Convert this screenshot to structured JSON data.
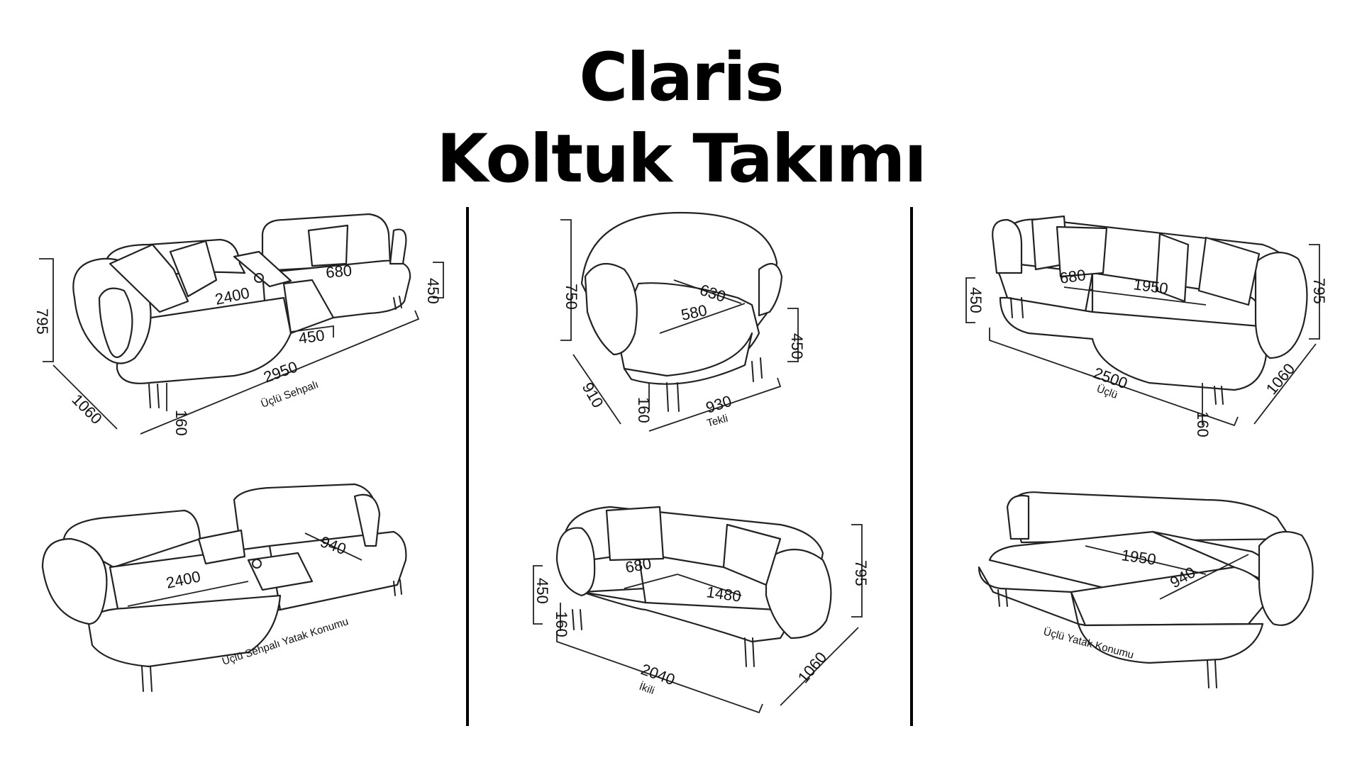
{
  "title": {
    "line1": "Claris",
    "line2": "Koltuk Takımı"
  },
  "views": {
    "ucu_sehpali": {
      "caption": "Üçlü Sehpalı",
      "d_width": "2950",
      "d_depth": "1060",
      "d_height": "795",
      "d_seat_w": "2400",
      "d_seat_h": "450",
      "d_leg": "160",
      "d_seat_d": "680",
      "d_table": "450"
    },
    "tekli": {
      "caption": "Tekli",
      "d_width": "930",
      "d_depth": "910",
      "d_height": "750",
      "d_seat_h": "450",
      "d_leg": "160",
      "d_seat_w": "580",
      "d_seat_d": "630"
    },
    "uclu": {
      "caption": "Üçlü",
      "d_width": "2500",
      "d_depth": "1060",
      "d_height": "795",
      "d_seat_h": "450",
      "d_leg": "160",
      "d_seat_d": "680",
      "d_seat_w": "1950"
    },
    "ucu_sehpali_yatak": {
      "caption": "Üçlü Sehpalı Yatak Konumu",
      "d_seat_w": "2400",
      "d_bed": "940"
    },
    "ikili": {
      "caption": "İkili",
      "d_width": "2040",
      "d_depth": "1060",
      "d_height": "795",
      "d_seat_h": "450",
      "d_leg": "160",
      "d_seat_d": "680",
      "d_seat_w": "1480"
    },
    "uclu_yatak": {
      "caption": "Üçlü Yatak Konumu",
      "d_seat_w": "1950",
      "d_bed": "940"
    }
  }
}
